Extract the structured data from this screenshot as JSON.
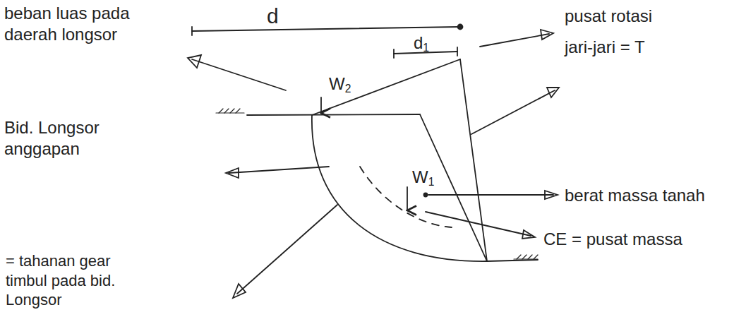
{
  "diagram": {
    "labels": [
      "beban luas pada daerah longsor",
      "d",
      "d1",
      "pusat rotasi",
      "jari-jari = T",
      "W2",
      "Bid. Longsor anggapan",
      "W1",
      "berat massa tanah",
      "CE = pusat massa",
      "= tahanan gear timbul pada bid. Longsor"
    ]
  }
}
